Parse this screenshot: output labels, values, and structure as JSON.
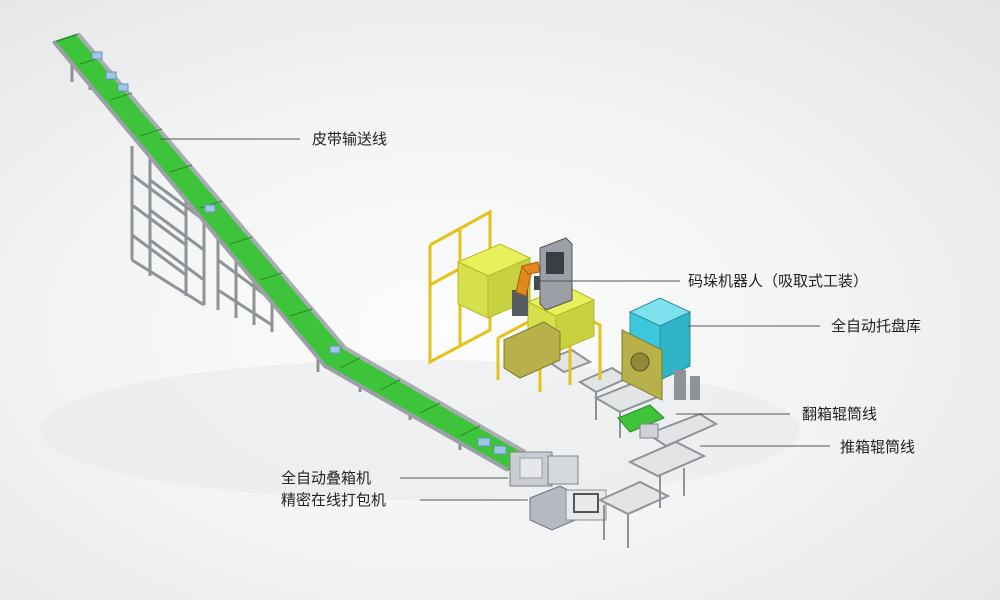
{
  "labels": {
    "belt_conveyor": "皮带输送线",
    "palletizing_robot": "码垛机器人（吸取式工装）",
    "auto_pallet_magazine": "全自动托盘库",
    "box_flip_roller_line": "翻箱辊筒线",
    "box_push_roller_line": "推箱辊筒线",
    "auto_box_stacker": "全自动叠箱机",
    "precision_inline_strapper": "精密在线打包机"
  },
  "colors": {
    "frame": "#8e9398",
    "belt": "#3ec43a",
    "fence": "#e3c21a",
    "robot": "#e08a1e",
    "pallet_magazine": "#3cc8dc",
    "palletizer_machine": "#b8b04a",
    "leader_line": "#555555"
  }
}
